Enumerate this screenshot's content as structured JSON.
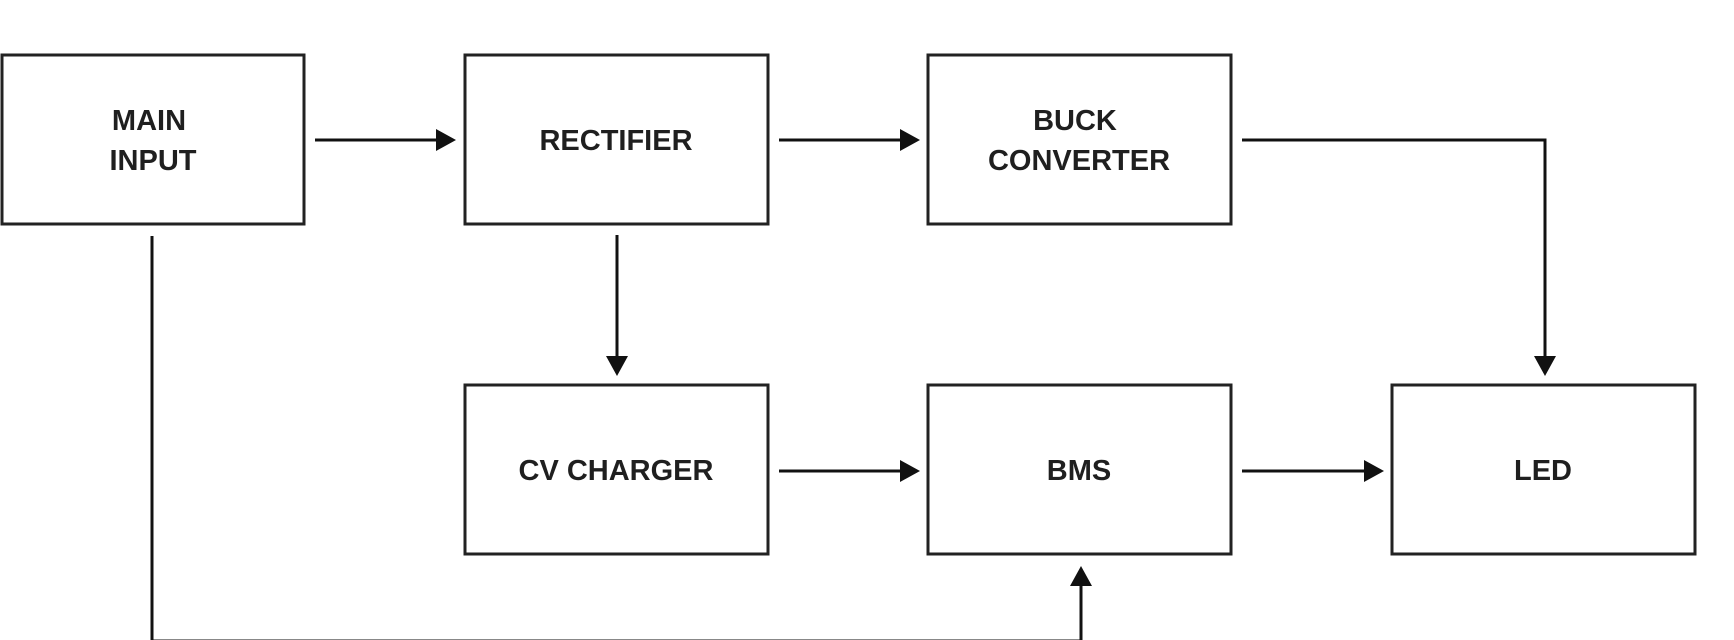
{
  "diagram": {
    "blocks": [
      {
        "id": "main-input",
        "lines": [
          "MAIN",
          "INPUT"
        ]
      },
      {
        "id": "rectifier",
        "lines": [
          "RECTIFIER"
        ]
      },
      {
        "id": "buck-converter",
        "lines": [
          "BUCK",
          "CONVERTER"
        ]
      },
      {
        "id": "cv-charger",
        "lines": [
          "CV CHARGER"
        ]
      },
      {
        "id": "bms",
        "lines": [
          "BMS"
        ]
      },
      {
        "id": "led",
        "lines": [
          "LED"
        ]
      }
    ],
    "connections": [
      {
        "from": "main-input",
        "to": "rectifier"
      },
      {
        "from": "rectifier",
        "to": "buck-converter"
      },
      {
        "from": "rectifier",
        "to": "cv-charger"
      },
      {
        "from": "buck-converter",
        "to": "led"
      },
      {
        "from": "cv-charger",
        "to": "bms"
      },
      {
        "from": "bms",
        "to": "led"
      },
      {
        "from": "main-input",
        "to": "bms"
      }
    ],
    "colors": {
      "stroke": "#222222",
      "arrow": "#111111",
      "text": "#1f1f1f",
      "background": "#ffffff"
    }
  }
}
